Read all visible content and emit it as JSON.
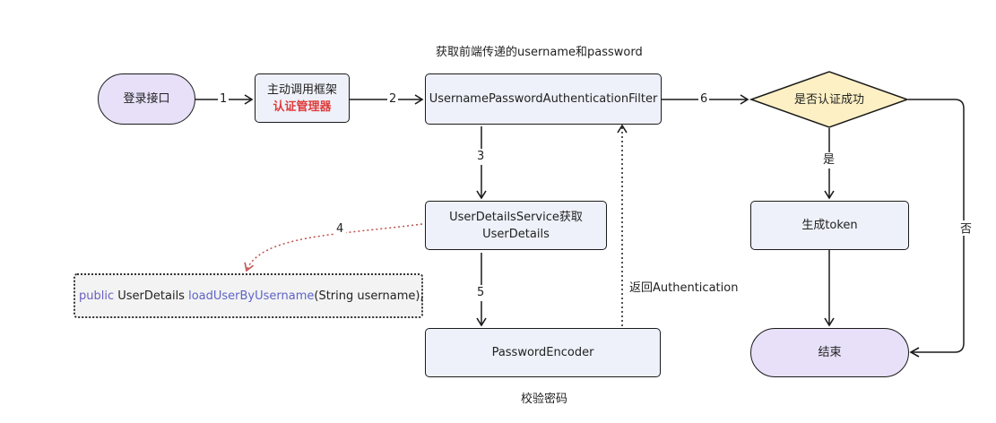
{
  "notes": {
    "top": "获取前端传递的username和password",
    "bottom": "校验密码",
    "return": "返回Authentication"
  },
  "nodes": {
    "login": "登录接口",
    "framework_line1": "主动调用框架",
    "framework_line2": "认证管理器",
    "filter": "UsernamePasswordAuthenticationFilter",
    "decision": "是否认证成功",
    "uds_line1": "UserDetailsService获取",
    "uds_line2": "UserDetails",
    "encoder": "PasswordEncoder",
    "token": "生成token",
    "end": "结束"
  },
  "code": {
    "keyword": "public",
    "type": " UserDetails ",
    "method": "loadUserByUsername",
    "params": "(String username);"
  },
  "edges": {
    "e1": "1",
    "e2": "2",
    "e3": "3",
    "e4": "4",
    "e5": "5",
    "e6": "6",
    "yes": "是",
    "no": "否"
  },
  "colors": {
    "rect_fill": "#eef1f9",
    "pill_fill": "#e7e0f8",
    "decision_fill": "#fdf0c4",
    "highlight_red": "#e03b3b",
    "dotted_red": "#c0504d"
  }
}
